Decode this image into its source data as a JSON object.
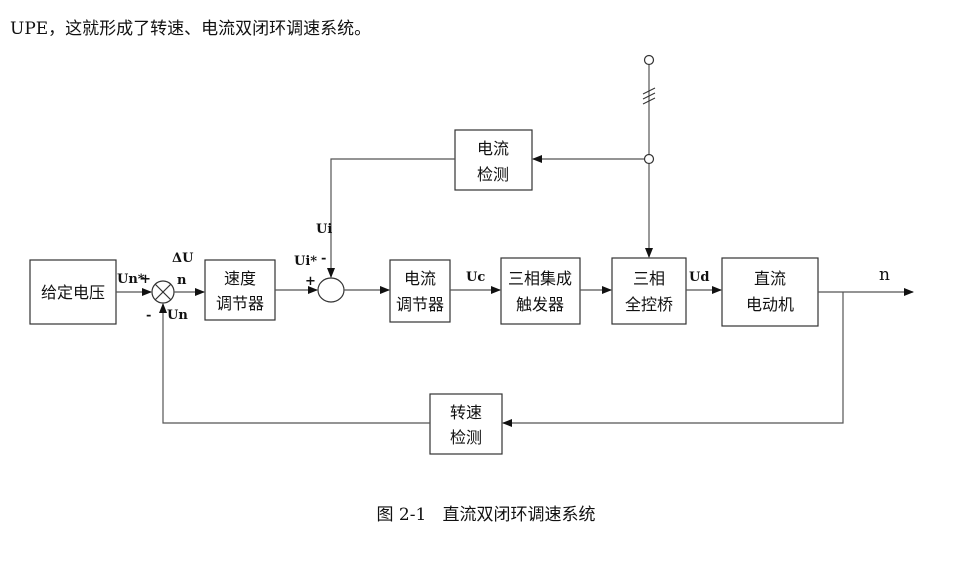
{
  "intro_text": "UPE，这就形成了转速、电流双闭环调速系统。",
  "caption": "图 2-1   直流双闭环调速系统",
  "blocks": {
    "given_voltage": [
      "给定电压"
    ],
    "speed_regulator": [
      "速度",
      "调节器"
    ],
    "current_regulator": [
      "电流",
      "调节器"
    ],
    "trigger": [
      "三相集成",
      "触发器"
    ],
    "bridge": [
      "三相",
      "全控桥"
    ],
    "motor": [
      "直流",
      "电动机"
    ],
    "current_detect": [
      "电流",
      "检测"
    ],
    "speed_detect": [
      "转速",
      "检测"
    ]
  },
  "labels": {
    "un_star": "Un*",
    "plus1": "+",
    "delta_u": "ΔU",
    "n_small": "n",
    "minus1": "-",
    "un": "Un",
    "ui": "Ui",
    "ui_star": "Ui*",
    "minus2": "-",
    "plus2": "+",
    "uc": "Uc",
    "ud": "Ud",
    "n_out": "n"
  }
}
